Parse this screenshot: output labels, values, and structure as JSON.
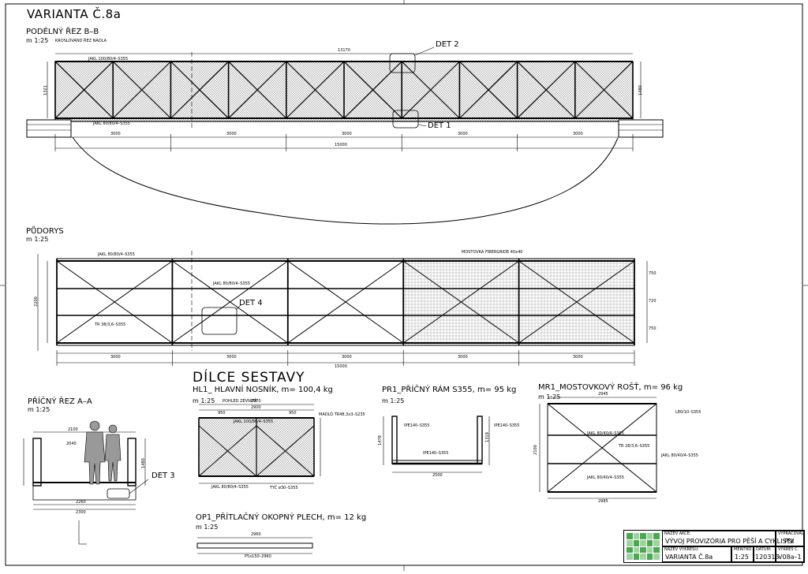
{
  "sheet": {
    "title": "VARIANTA Č.8a"
  },
  "longitudinal_section": {
    "title": "PODÉLNÝ ŘEZ B–B",
    "scale": "m 1:25",
    "scale_note": "KROSLOVAND ŘEZ NADLA",
    "det2": "DET 2",
    "det1": "DET 1",
    "top_dim": "13170",
    "span_dims": [
      "3000",
      "3000",
      "3000",
      "3000",
      "3000"
    ],
    "total_dim": "15000",
    "top_member": "JAKL 100/80/4–S355",
    "bottom_member": "JAKL 80/80/4–S355",
    "height_dims": [
      "1321",
      "1480"
    ]
  },
  "plan": {
    "title": "PŮDORYS",
    "scale": "m 1:25",
    "deck_label": "MOSTOVKA FIBERGRIDE 40x40",
    "det4": "DET 4",
    "member_top": "JAKL 80/80/4–S355",
    "member_mid": "JAKL 80/80/4–S355",
    "diagonal": "TR 38/3,6–S355",
    "span_dims": [
      "3000",
      "3000",
      "3000",
      "3000",
      "3000"
    ],
    "total_dim": "15000",
    "width_dims": [
      "2200",
      "750",
      "720",
      "750"
    ]
  },
  "parts_heading": "DÍLCE SESTAVY",
  "cross_section": {
    "title": "PŘÍČNÝ ŘEZ A–A",
    "scale": "m 1:25",
    "det3": "DET 3",
    "dims": [
      "2100",
      "2040",
      "2260",
      "2300",
      "1480"
    ]
  },
  "hl1": {
    "title": "HL1_ HLAVNÍ NOSNÍK, m= 100,4 kg",
    "scale": "m 1:25",
    "scale_note": "POHLED ZEVNITŘ",
    "dims": [
      "2970",
      "2900",
      "950",
      "950"
    ],
    "labels": [
      "JAKL 100/80/4–S355",
      "JAKL 80/80/4–S355",
      "TYČ ø30–S355",
      "MADLO TR48,3x3–S235"
    ]
  },
  "pr1": {
    "title": "PR1_PŘÍČNÝ RÁM S355, m= 95 kg",
    "scale": "m 1:25",
    "labels": [
      "IPE140–S355",
      "IPE140–S355",
      "IPE140–S355"
    ],
    "dims": [
      "1478",
      "1319",
      "2500"
    ]
  },
  "mr1": {
    "title": "MR1_MOSTOVKOVÝ ROŠŤ, m= 96 kg",
    "scale": "m 1:25",
    "labels": [
      "L80/10–S355",
      "JAKL 80/40/4–S355",
      "TR 28/3,6–S355",
      "JAKL 80/40/4–S355",
      "JAKL 80/40/4–S355"
    ],
    "dims": [
      "2945",
      "2100",
      "2985"
    ]
  },
  "op1": {
    "title": "OP1_PŘÍTLAČNÝ OKOPNÝ PLECH, m= 12 kg",
    "scale": "m 1:25",
    "dims": [
      "2960",
      "P5x150–2960"
    ]
  },
  "title_block": {
    "project_label": "NÁZEV AKCE:",
    "project": "VÝVOJ PROVIZÓRIA PRO PĚŠÍ A CYKLISTY",
    "drawing_label": "NÁZEV VÝKRESU:",
    "drawing": "VARIANTA Č.8a",
    "scale_label": "MĚŘÍTKO",
    "scale": "1:25",
    "date_label": "DATUM:",
    "date": "120315",
    "number_label": "VÝKRES Č.",
    "number": "V08a–1",
    "author_label": "VYPRACOVAL:",
    "author": "PSI"
  },
  "colors": {
    "line": "#000000",
    "logo": "#4aa84f"
  }
}
